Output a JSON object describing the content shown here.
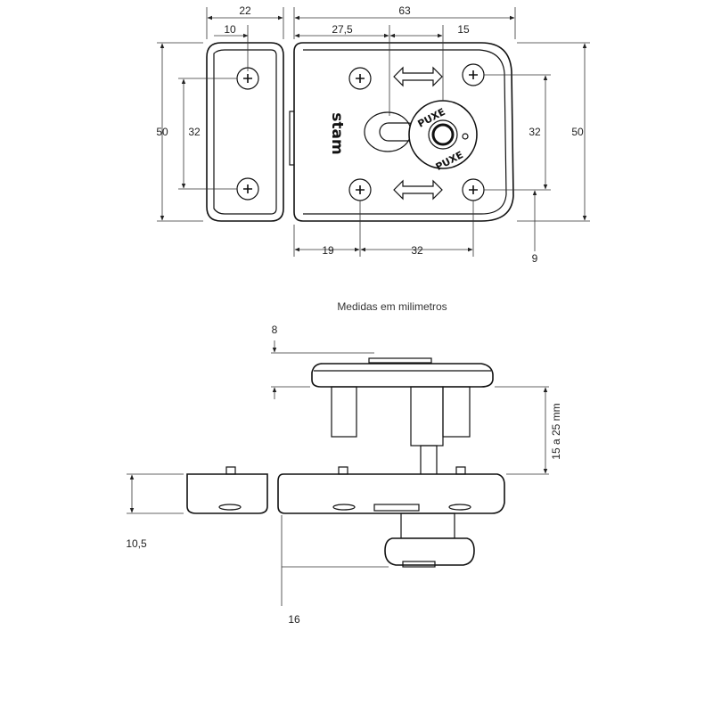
{
  "caption": "Medidas em milimetros",
  "brand": "stam",
  "knob_text": "PUXE",
  "top_view": {
    "dims": {
      "strike_width": "22",
      "strike_hole": "10",
      "lock_width": "63",
      "lock_offset": "27,5",
      "lock_knob": "15",
      "strike_height": "50",
      "strike_holes": "32",
      "lock_holes": "32",
      "lock_height": "50",
      "bottom_left": "19",
      "bottom_holes": "32",
      "bottom_right": "9"
    }
  },
  "side_view": {
    "dims": {
      "cap_height": "8",
      "door_range": "15 a 25 mm",
      "body_height": "10,5",
      "knob_depth": "16"
    }
  }
}
